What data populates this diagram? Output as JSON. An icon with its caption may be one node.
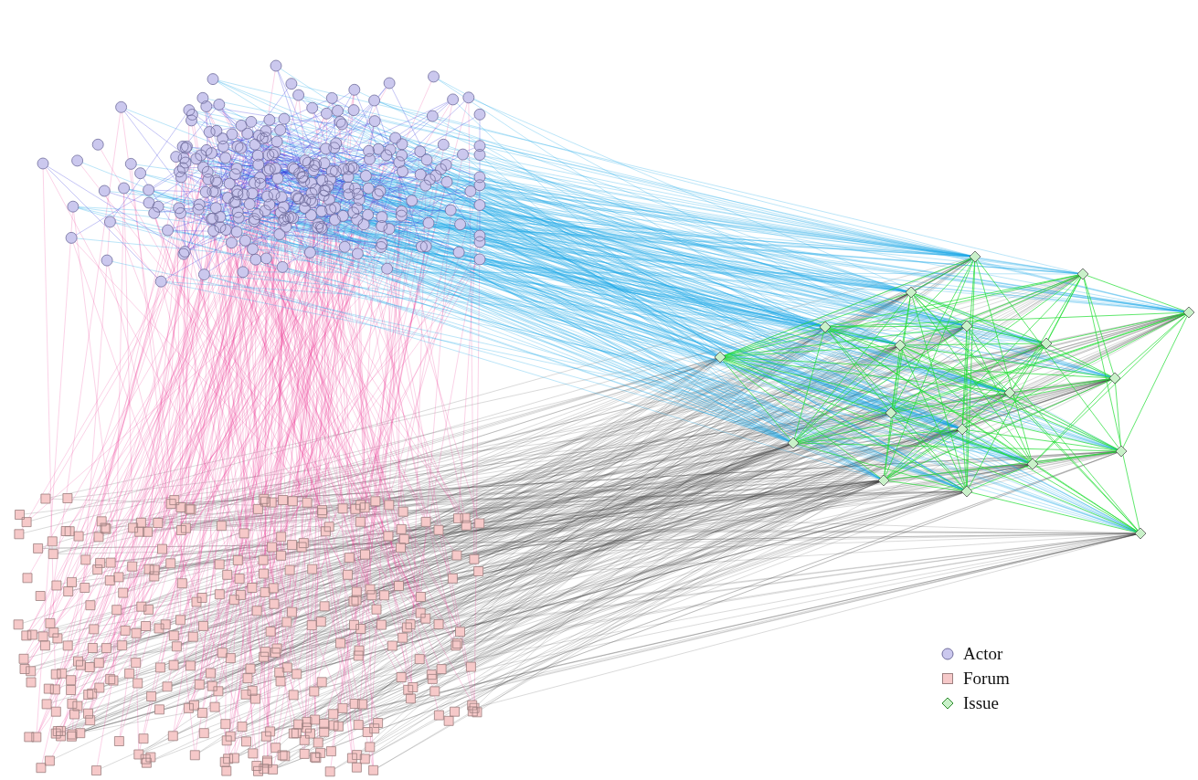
{
  "diagram": {
    "legend": [
      {
        "text": "Actor"
      },
      {
        "text": "Forum"
      },
      {
        "text": "Issue"
      }
    ]
  }
}
